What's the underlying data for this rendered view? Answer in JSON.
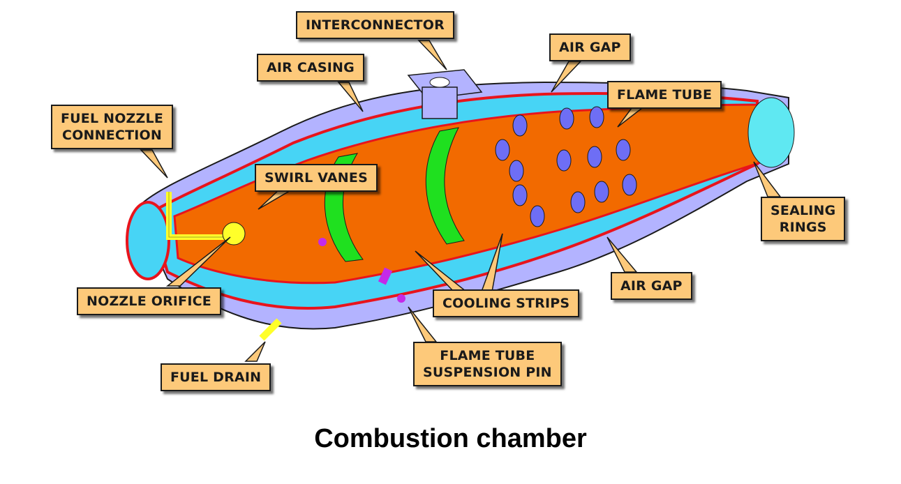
{
  "diagram": {
    "title": "Combustion chamber",
    "labels": {
      "interconnector": "INTERCONNECTOR",
      "air_casing": "AIR CASING",
      "air_gap_top": "AIR GAP",
      "flame_tube": "FLAME TUBE",
      "fuel_nozzle_connection_line1": "FUEL NOZZLE",
      "fuel_nozzle_connection_line2": "CONNECTION",
      "swirl_vanes": "SWIRL VANES",
      "sealing_rings_line1": "SEALING",
      "sealing_rings_line2": "RINGS",
      "nozzle_orifice": "NOZZLE ORIFICE",
      "cooling_strips": "COOLING STRIPS",
      "air_gap_bottom": "AIR GAP",
      "fuel_drain": "FUEL DRAIN",
      "flame_tube_suspension_pin_line1": "FLAME TUBE",
      "flame_tube_suspension_pin_line2": "SUSPENSION PIN"
    },
    "colors": {
      "air_casing": "#b3b3ff",
      "air_gap": "#47d4f5",
      "flame_tube": "#f26a00",
      "casing_edge": "#e8141c",
      "cooling_ring": "#1fe01f",
      "fuel_pipe": "#ffff2a",
      "air_holes": "#6e6ef5",
      "pin": "#c42ae8",
      "label_bg": "#fdc97a"
    }
  }
}
